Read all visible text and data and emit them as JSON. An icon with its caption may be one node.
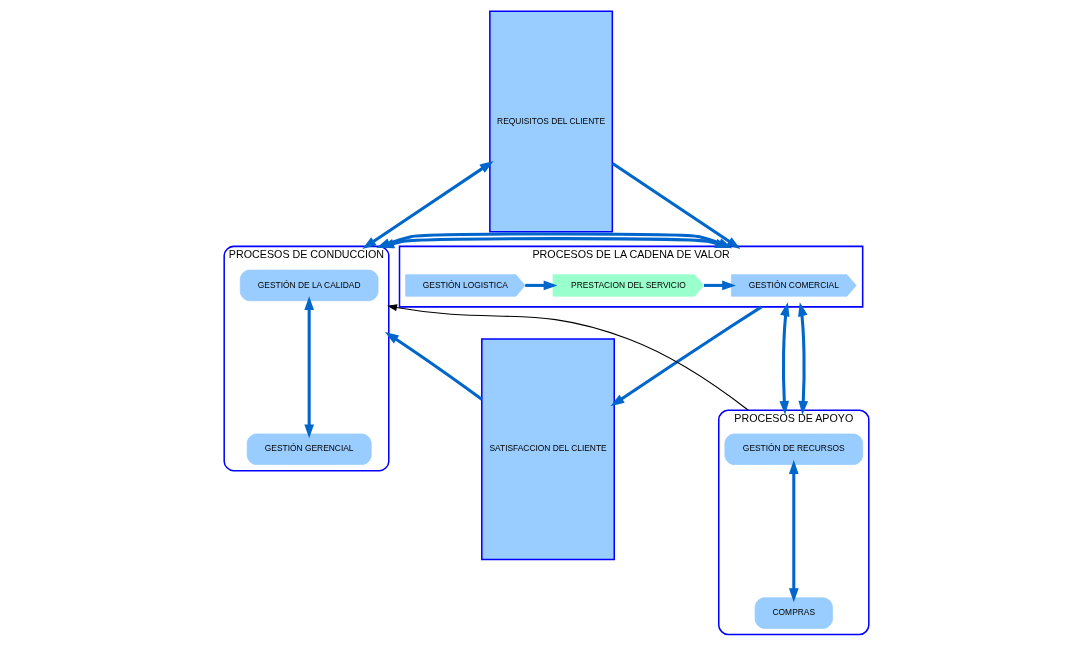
{
  "diagram": {
    "nodes": [
      {
        "text": [
          "REQUISITOS DEL CLIENTE"
        ]
      },
      {
        "text": [
          "PROCESOS DE CONDUCCION"
        ]
      },
      {
        "text": [
          "GESTIÓN DE LA CALIDAD"
        ],
        "in": 1
      },
      {
        "text": [
          "GESTIÓN GERENCIAL"
        ],
        "in": 1
      },
      {
        "text": [
          "PROCESOS DE LA CADENA DE VALOR"
        ]
      },
      {
        "text": [
          "GESTIÓN COMERCIAL"
        ],
        "in": 4
      },
      {
        "text": [
          "PRESTACION DEL SERVICIO"
        ],
        "in": 4
      },
      {
        "text": [
          "GESTIÓN LOGISTICA"
        ],
        "in": 4
      },
      {
        "text": [
          "PROCESOS DE APOYO"
        ]
      },
      {
        "text": [
          "GESTIÓN DE RECURSOS"
        ],
        "in": 8
      },
      {
        "text": [
          "COMPRAS"
        ],
        "in": 8
      },
      {
        "text": [
          "SATISFACCION DEL CLIENTE"
        ]
      }
    ],
    "edges": [
      {
        "from": 0,
        "to": 1,
        "arrow": "both"
      },
      {
        "from": 2,
        "to": 3,
        "arrow": "both"
      },
      {
        "from": 11,
        "to": 1,
        "arrow": "to"
      },
      {
        "from": 1,
        "to": 4,
        "arrow": "both"
      },
      {
        "from": 1,
        "to": 4,
        "arrow": "both"
      },
      {
        "from": 0,
        "to": 4,
        "arrow": "to"
      },
      {
        "from": 4,
        "to": 11,
        "arrow": "to"
      },
      {
        "from": 6,
        "to": 5,
        "arrow": "to"
      },
      {
        "from": 7,
        "to": 6,
        "arrow": "to"
      },
      {
        "from": 4,
        "to": 8,
        "arrow": "both"
      },
      {
        "from": 4,
        "to": 8,
        "arrow": "both"
      },
      {
        "from": 9,
        "to": 10,
        "arrow": "both"
      },
      {
        "from": 8,
        "to": 1,
        "arrow": "to",
        "color": "#000000"
      }
    ]
  }
}
